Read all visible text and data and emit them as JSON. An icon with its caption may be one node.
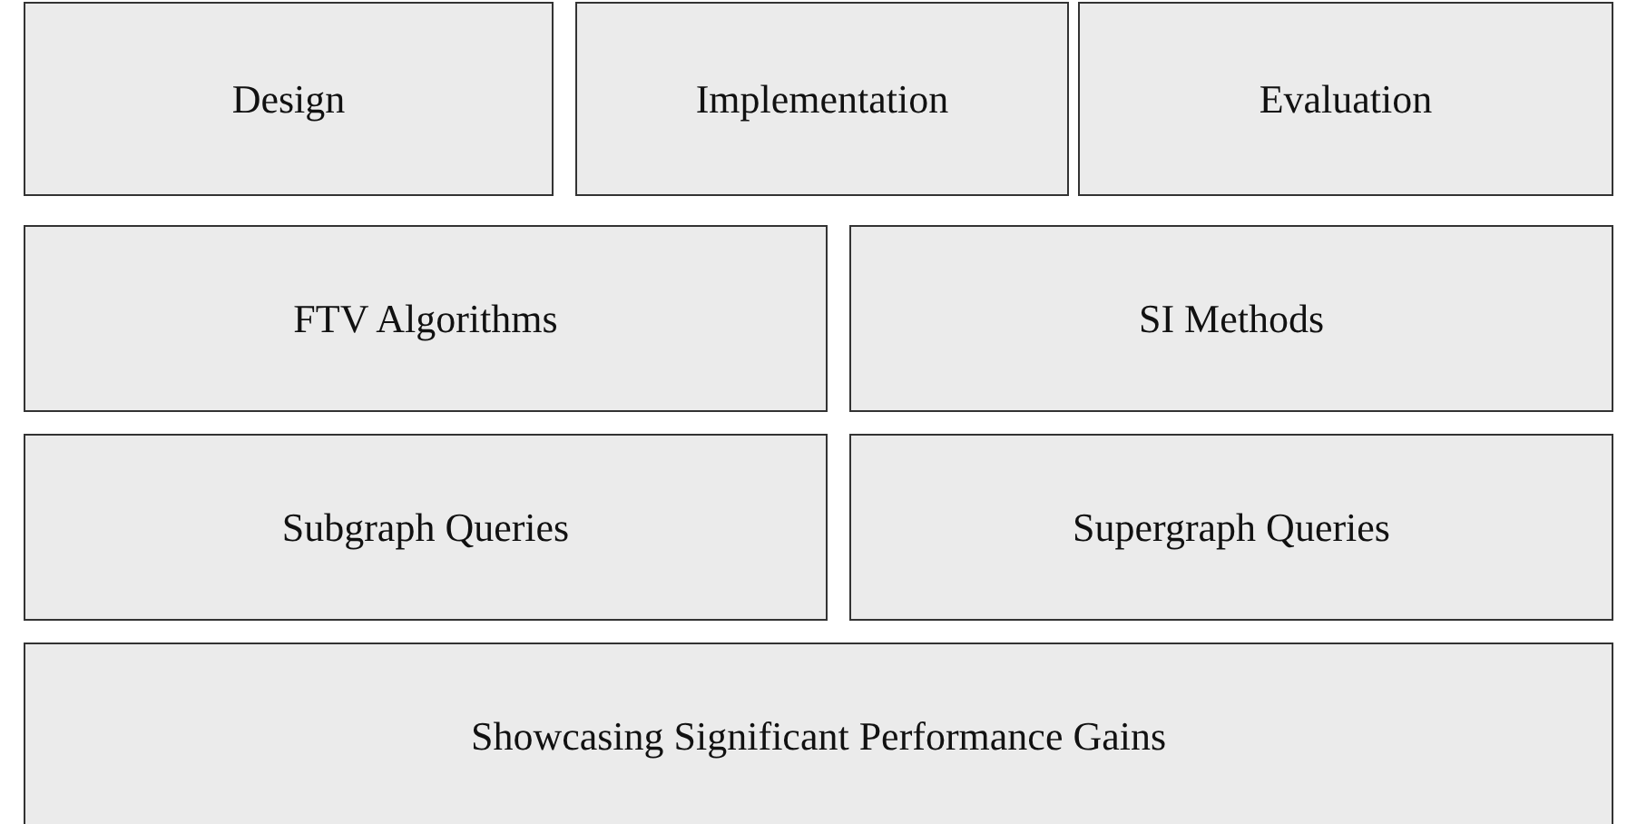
{
  "diagram": {
    "nodes": [
      {
        "text": [
          "Design"
        ]
      },
      {
        "text": [
          "Implementation"
        ]
      },
      {
        "text": [
          "Evaluation"
        ]
      },
      {
        "text": [
          "FTV Algorithms"
        ]
      },
      {
        "text": [
          "SI Methods"
        ]
      },
      {
        "text": [
          "Subgraph Queries"
        ]
      },
      {
        "text": [
          "Supergraph Queries"
        ]
      },
      {
        "text": [
          "Showcasing Significant Performance Gains"
        ]
      }
    ]
  }
}
